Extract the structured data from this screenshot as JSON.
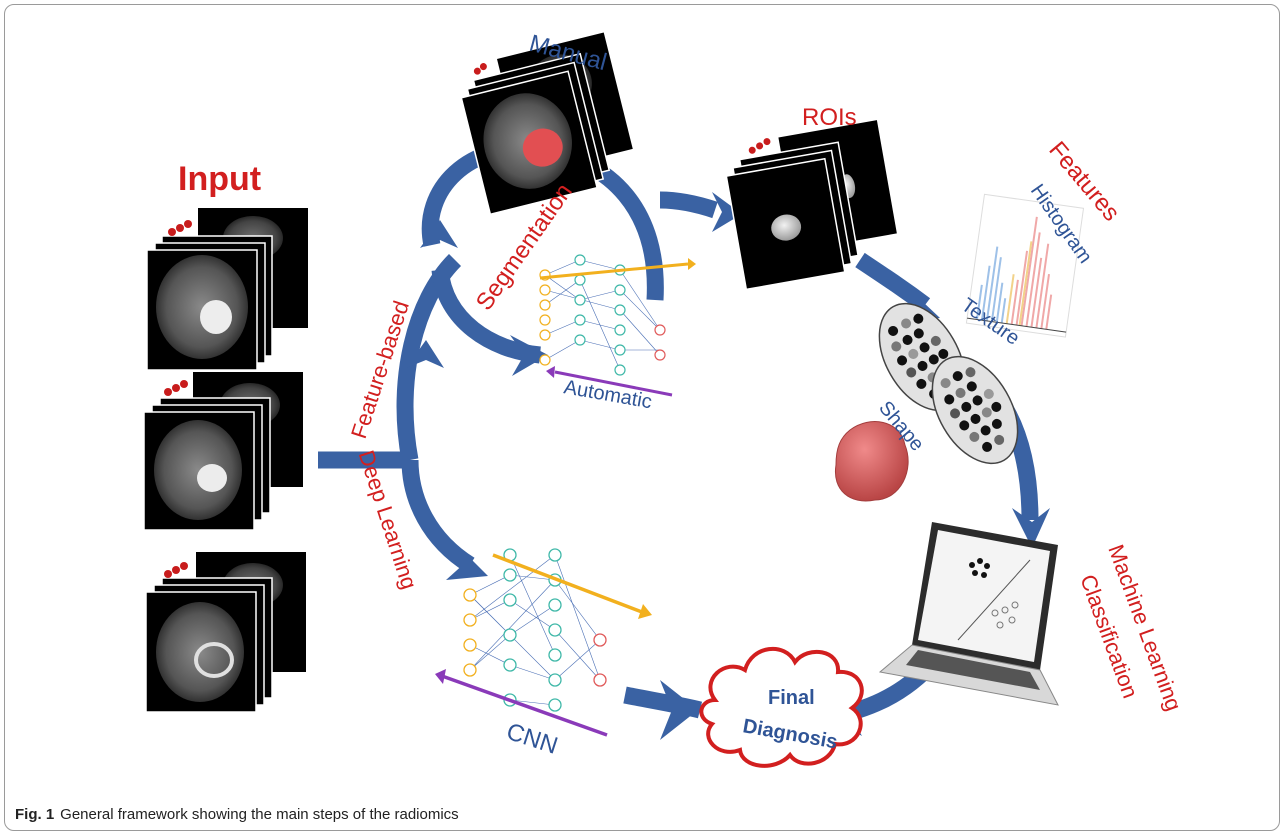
{
  "title": "Input",
  "labels": {
    "manual": "Manual",
    "rois": "ROIs",
    "features": "Features",
    "histogram": "Histogram",
    "texture": "Texture",
    "shape": "Shape",
    "segmentation": "Segmentation",
    "automatic": "Automatic",
    "feature_based": "Feature-based",
    "deep_learning": "Deep Learning",
    "cnn": "CNN",
    "final_1": "Final",
    "final_2": "Diagnosis",
    "ml_1": "Machine Learning",
    "ml_2": "Classification"
  },
  "caption": {
    "tag": "Fig. 1",
    "text": "General framework showing the main steps of the radiomics"
  },
  "colors": {
    "flow_blue": "#3a62a3",
    "label_red": "#d21f1f",
    "label_blue": "#2f5496",
    "tumor_red": "#e24f52",
    "cnn_orange": "#f2b01e",
    "cnn_purple": "#8a3ab9"
  }
}
